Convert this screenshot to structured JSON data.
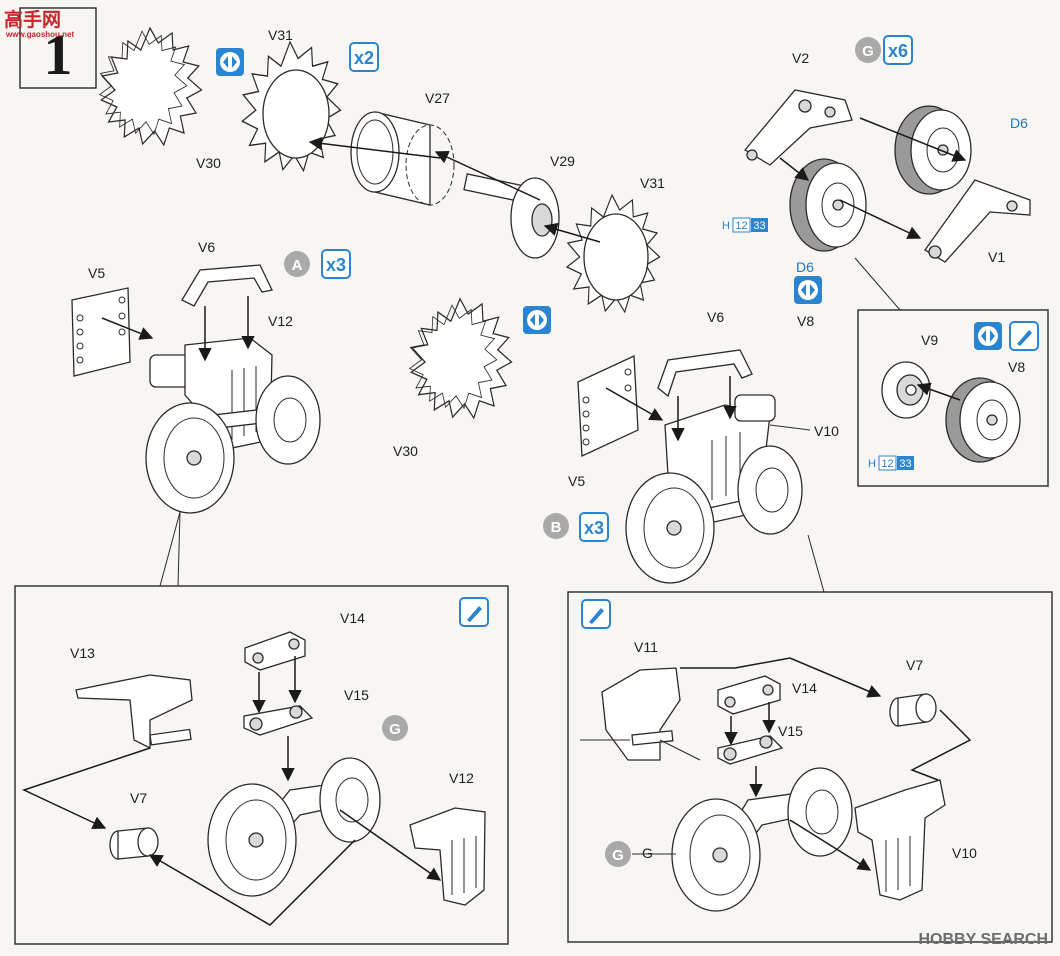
{
  "step": {
    "number": "1"
  },
  "watermark_top": {
    "title": "高手网",
    "url": "www.gaoshou.net"
  },
  "watermark_bottom": {
    "text": "HOBBY SEARCH"
  },
  "symbols": {
    "x2": "x2",
    "x3": "x3",
    "x6": "x6",
    "A": "A",
    "B": "B",
    "G": "G"
  },
  "paint": {
    "prefix": "H",
    "code_a": "12",
    "code_b": "33"
  },
  "labels": {
    "v30_top": "V30",
    "v31_top": "V31",
    "v27": "V27",
    "v29": "V29",
    "v31_mid": "V31",
    "v30_mid": "V30",
    "v2": "V2",
    "d6_top": "D6",
    "v1": "V1",
    "d6_bottom": "D6",
    "v8_top": "V8",
    "v6_a": "V6",
    "v5_a": "V5",
    "v12_a": "V12",
    "v6_b": "V6",
    "v10_b": "V10",
    "v5_b": "V5",
    "v9_inset": "V9",
    "v8_inset": "V8",
    "v14_l": "V14",
    "v13_l": "V13",
    "v15_l": "V15",
    "v7_l": "V7",
    "v12_l": "V12",
    "v11_r": "V11",
    "v14_r": "V14",
    "v7_r": "V7",
    "v15_r": "V15",
    "v10_r": "V10",
    "g_r": "G"
  },
  "colors": {
    "instruction_blue": "#2a84cf",
    "callout_grey": "#a9a9a9"
  }
}
